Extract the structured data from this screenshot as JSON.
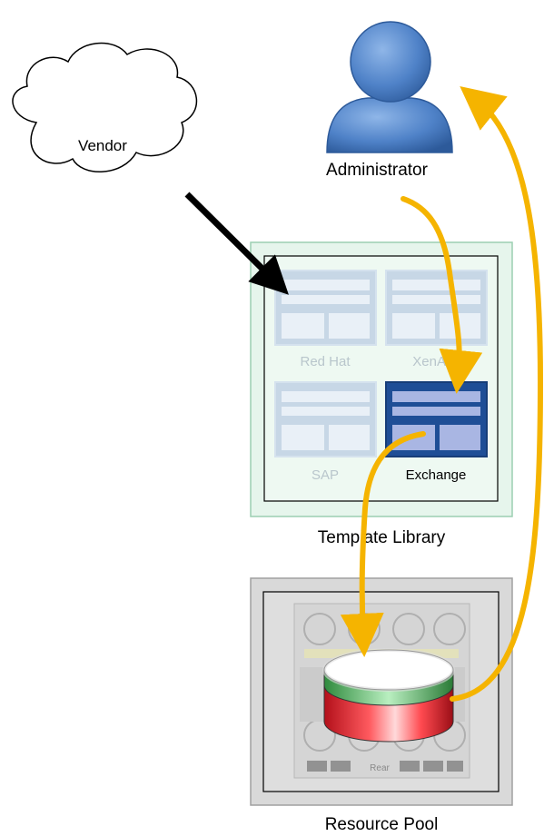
{
  "vendor": {
    "label": "Vendor"
  },
  "administrator": {
    "label": "Administrator"
  },
  "template_library": {
    "title": "Template Library",
    "templates": [
      {
        "label": "Red Hat",
        "state": "inactive"
      },
      {
        "label": "XenApp",
        "state": "inactive"
      },
      {
        "label": "SAP",
        "state": "inactive"
      },
      {
        "label": "Exchange",
        "state": "selected"
      }
    ]
  },
  "resource_pool": {
    "title": "Resource Pool",
    "chassis_label": "Rear"
  },
  "colors": {
    "flow_arrow": "#f5b400",
    "vendor_arrow": "#000000",
    "library_bg": "#e6f5ec",
    "pool_bg": "#d9d9d9",
    "template_inactive": "#c7d7e6",
    "template_selected": "#1f4e96",
    "disk_top": "#ffffff",
    "disk_band": "#5fbf6f",
    "disk_body": "#e8202a"
  }
}
